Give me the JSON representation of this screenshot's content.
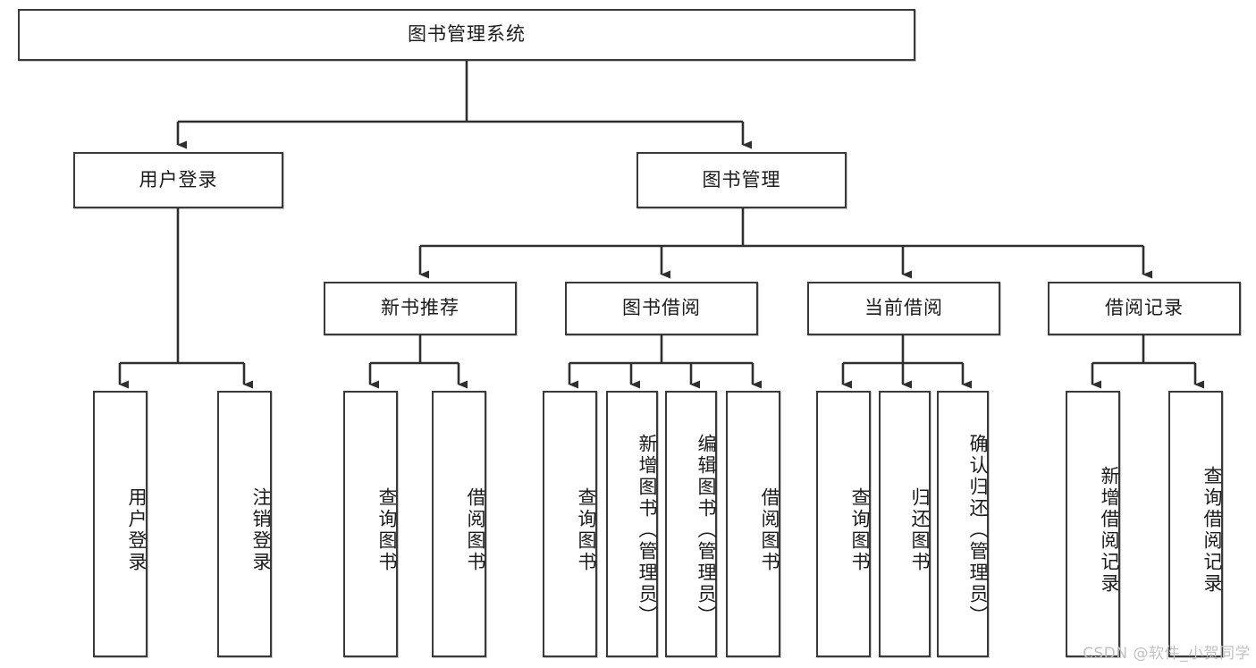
{
  "diagram": {
    "title": "图书管理系统",
    "type": "hierarchy-tree",
    "levels": 4,
    "root": {
      "id": "root",
      "label": "图书管理系统",
      "orientation": "horizontal"
    },
    "level2": [
      {
        "id": "user-login",
        "label": "用户登录",
        "orientation": "horizontal"
      },
      {
        "id": "book-manage",
        "label": "图书管理",
        "orientation": "horizontal"
      }
    ],
    "level3": [
      {
        "id": "new-book-rec",
        "label": "新书推荐",
        "orientation": "horizontal",
        "parent": "book-manage"
      },
      {
        "id": "book-borrow",
        "label": "图书借阅",
        "orientation": "horizontal",
        "parent": "book-manage"
      },
      {
        "id": "current-borrow",
        "label": "当前借阅",
        "orientation": "horizontal",
        "parent": "book-manage"
      },
      {
        "id": "borrow-record",
        "label": "借阅记录",
        "orientation": "horizontal",
        "parent": "book-manage"
      }
    ],
    "leaves": [
      {
        "id": "leaf-user-login",
        "label": "用户登录",
        "parent": "user-login",
        "orientation": "vertical"
      },
      {
        "id": "leaf-logout",
        "label": "注销登录",
        "parent": "user-login",
        "orientation": "vertical"
      },
      {
        "id": "leaf-query-book-1",
        "label": "查询图书",
        "parent": "new-book-rec",
        "orientation": "vertical"
      },
      {
        "id": "leaf-borrow-book-1",
        "label": "借阅图书",
        "parent": "new-book-rec",
        "orientation": "vertical"
      },
      {
        "id": "leaf-query-book-2",
        "label": "查询图书",
        "parent": "book-borrow",
        "orientation": "vertical"
      },
      {
        "id": "leaf-add-book",
        "label": "新增图书（管理员）",
        "parent": "book-borrow",
        "orientation": "vertical"
      },
      {
        "id": "leaf-edit-book",
        "label": "编辑图书（管理员）",
        "parent": "book-borrow",
        "orientation": "vertical"
      },
      {
        "id": "leaf-borrow-book-2",
        "label": "借阅图书",
        "parent": "book-borrow",
        "orientation": "vertical"
      },
      {
        "id": "leaf-query-book-3",
        "label": "查询图书",
        "parent": "current-borrow",
        "orientation": "vertical"
      },
      {
        "id": "leaf-return-book",
        "label": "归还图书",
        "parent": "current-borrow",
        "orientation": "vertical"
      },
      {
        "id": "leaf-confirm-return",
        "label": "确认归还（管理员）",
        "parent": "current-borrow",
        "orientation": "vertical"
      },
      {
        "id": "leaf-add-record",
        "label": "新增借阅记录",
        "parent": "borrow-record",
        "orientation": "vertical"
      },
      {
        "id": "leaf-query-record",
        "label": "查询借阅记录",
        "parent": "borrow-record",
        "orientation": "vertical"
      }
    ]
  },
  "watermark": {
    "text": "CSDN @软件_小贺同学"
  },
  "colors": {
    "box_border": "#3a3a3a",
    "box_fill": "#ffffff",
    "connector": "#2f2f2f",
    "text": "#1b1b1b",
    "watermark": "#c2c2c2",
    "background": "#ffffff"
  }
}
